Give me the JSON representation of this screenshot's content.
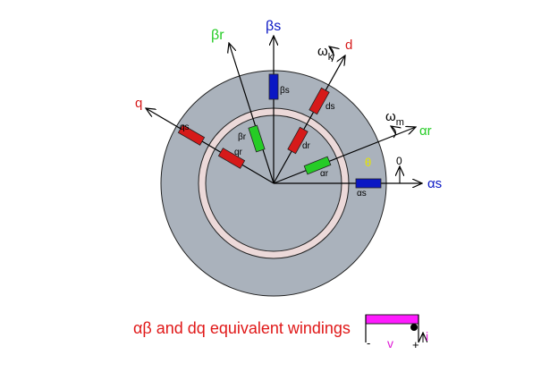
{
  "axes": {
    "beta_s": "βs",
    "beta_r": "βr",
    "d": "d",
    "q": "q",
    "alpha_r": "αr",
    "alpha_s": "αs",
    "omega_k": "ω",
    "omega_k_sub": "k",
    "omega_m": "ω",
    "omega_m_sub": "m",
    "theta": "θ",
    "zero": "0"
  },
  "windings": {
    "beta_s": "βs",
    "beta_r": "βr",
    "ds": "ds",
    "dr": "dr",
    "qs": "qs",
    "qr": "qr",
    "alpha_r": "αr",
    "alpha_s": "αs"
  },
  "caption": "αβ and dq equivalent windings",
  "legend": {
    "minus": "-",
    "v": "v",
    "plus": "+",
    "i": "i"
  },
  "colors": {
    "stator_fill": "#aab2bc",
    "airgap_fill": "#ecd9d9",
    "rotor_fill": "#aab2bc",
    "stator_winding": "#0a17c4",
    "dq_winding": "#d61a1a",
    "rotor_winding": "#26cc26",
    "theta_color": "#e6e600",
    "legend_bar": "#ff1aff",
    "caption_color": "#e01818",
    "legend_text": "#e01bd6"
  }
}
